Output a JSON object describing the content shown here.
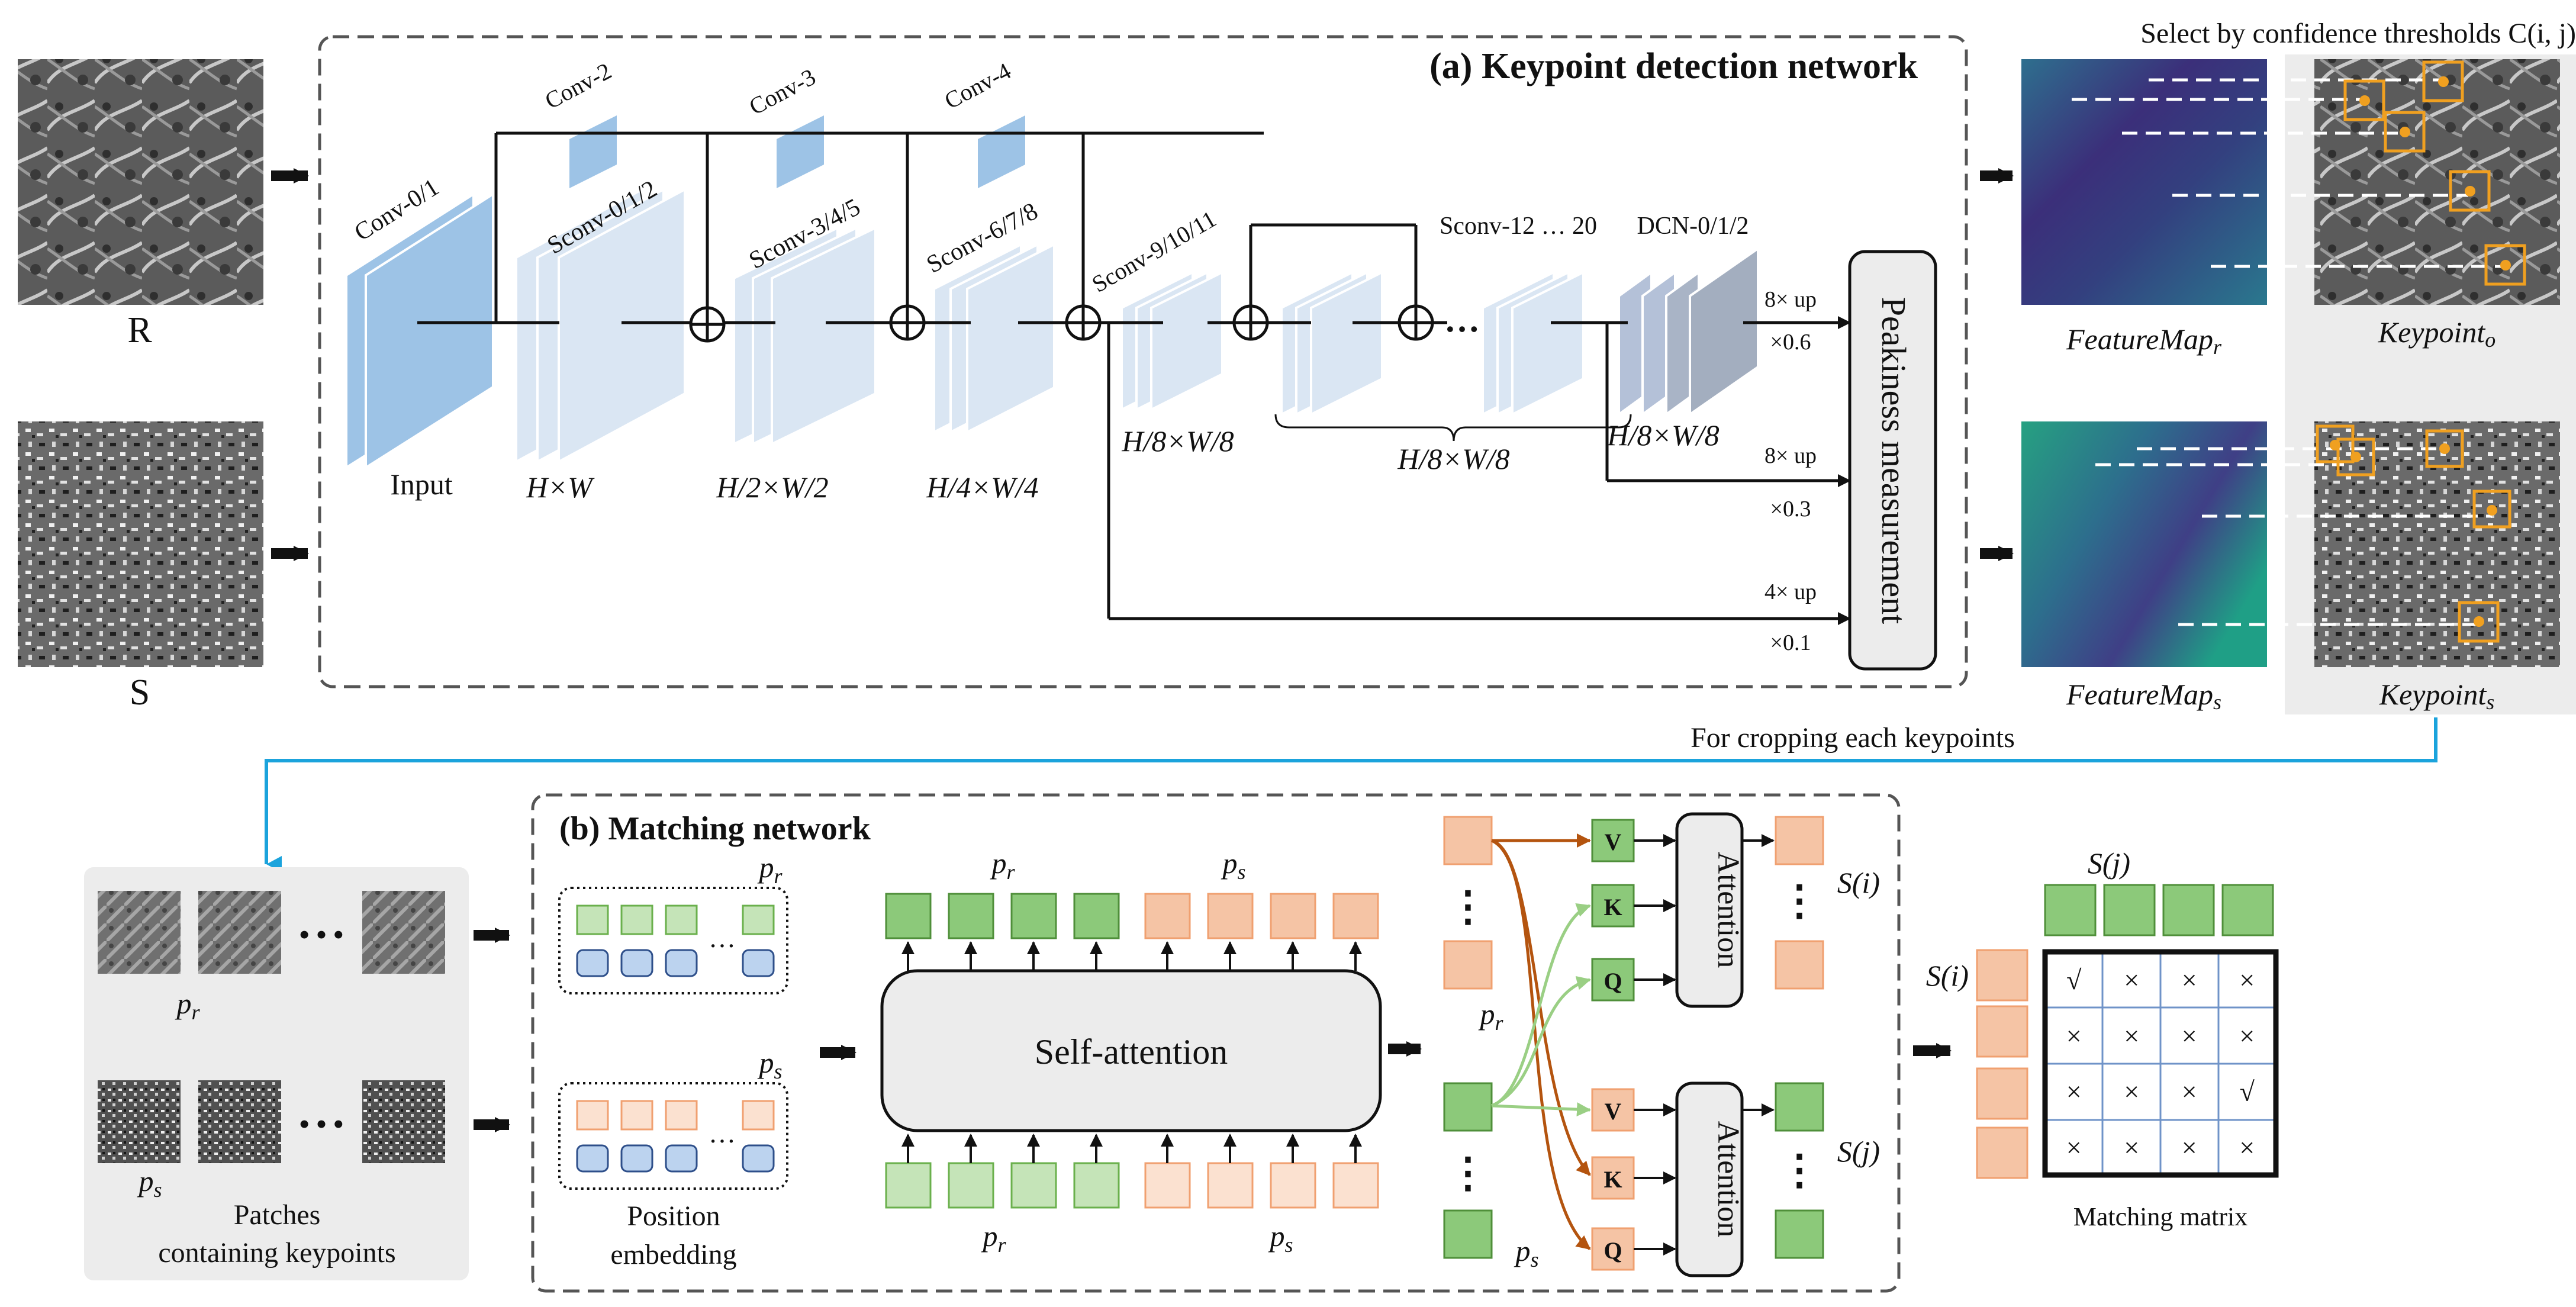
{
  "images": {
    "reference_label": "R",
    "sensed_label": "S",
    "feature_map_r": "FeatureMap",
    "feature_map_r_sub": "r",
    "feature_map_s": "FeatureMap",
    "feature_map_s_sub": "s",
    "keypoint_o": "Keypoint",
    "keypoint_o_sub": "o",
    "keypoint_s": "Keypoint",
    "keypoint_s_sub": "s"
  },
  "detection": {
    "title": "(a) Keypoint detection network",
    "input_label": "Input",
    "layers": {
      "conv01": "Conv-0/1",
      "conv2": "Conv-2",
      "conv3": "Conv-3",
      "conv4": "Conv-4",
      "sconv012": "Sconv-0/1/2",
      "sconv345": "Sconv-3/4/5",
      "sconv678": "Sconv-6/7/8",
      "sconv91011": "Sconv-9/10/11",
      "sconv1220": "Sconv-12 … 20",
      "dcn012": "DCN-0/1/2"
    },
    "sizes": {
      "s1": "H×W",
      "s2": "H/2×W/2",
      "s3": "H/4×W/4",
      "s4": "H/8×W/8",
      "s5": "H/8×W/8",
      "s6": "H/8×W/8"
    },
    "ups": {
      "up1": "8× up",
      "w1": "×0.6",
      "up2": "8× up",
      "w2": "×0.3",
      "up3": "4× up",
      "w3": "×0.1"
    },
    "peakiness": "Peakiness measurement",
    "select_label": "Select by confidence thresholds C(i, j)",
    "crop_label": "For cropping each keypoints"
  },
  "patches": {
    "pr": "p",
    "pr_sub": "r",
    "ps": "p",
    "ps_sub": "s",
    "caption_line1": "Patches",
    "caption_line2": "containing keypoints",
    "dots": "• • •"
  },
  "matching": {
    "title": "(b) Matching network",
    "position_embedding_line1": "Position",
    "position_embedding_line2": "embedding",
    "self_attention": "Self-attention",
    "attention": "Attention",
    "v": "V",
    "k": "K",
    "q": "Q",
    "si": "S(i)",
    "sj": "S(j)",
    "dots": "⋮",
    "ellipsis": "…",
    "matrix_caption": "Matching matrix",
    "matrix": [
      [
        "√",
        "×",
        "×",
        "×"
      ],
      [
        "×",
        "×",
        "×",
        "×"
      ],
      [
        "×",
        "×",
        "×",
        "√"
      ],
      [
        "×",
        "×",
        "×",
        "×"
      ]
    ]
  },
  "colors": {
    "conv_blue": "#9dc3e6",
    "light_blue": "#dae6f3",
    "green": "#8cc97a",
    "light_green": "#c5e4b8",
    "orange": "#f5c4a5",
    "embed_blue": "#bcd3ef",
    "gray_panel": "#ececec",
    "keypoint_box": "#f0a020",
    "arrow_cyan": "#1ba3dc",
    "arrow_brown": "#b4540f",
    "arrow_green": "#9acf84"
  }
}
